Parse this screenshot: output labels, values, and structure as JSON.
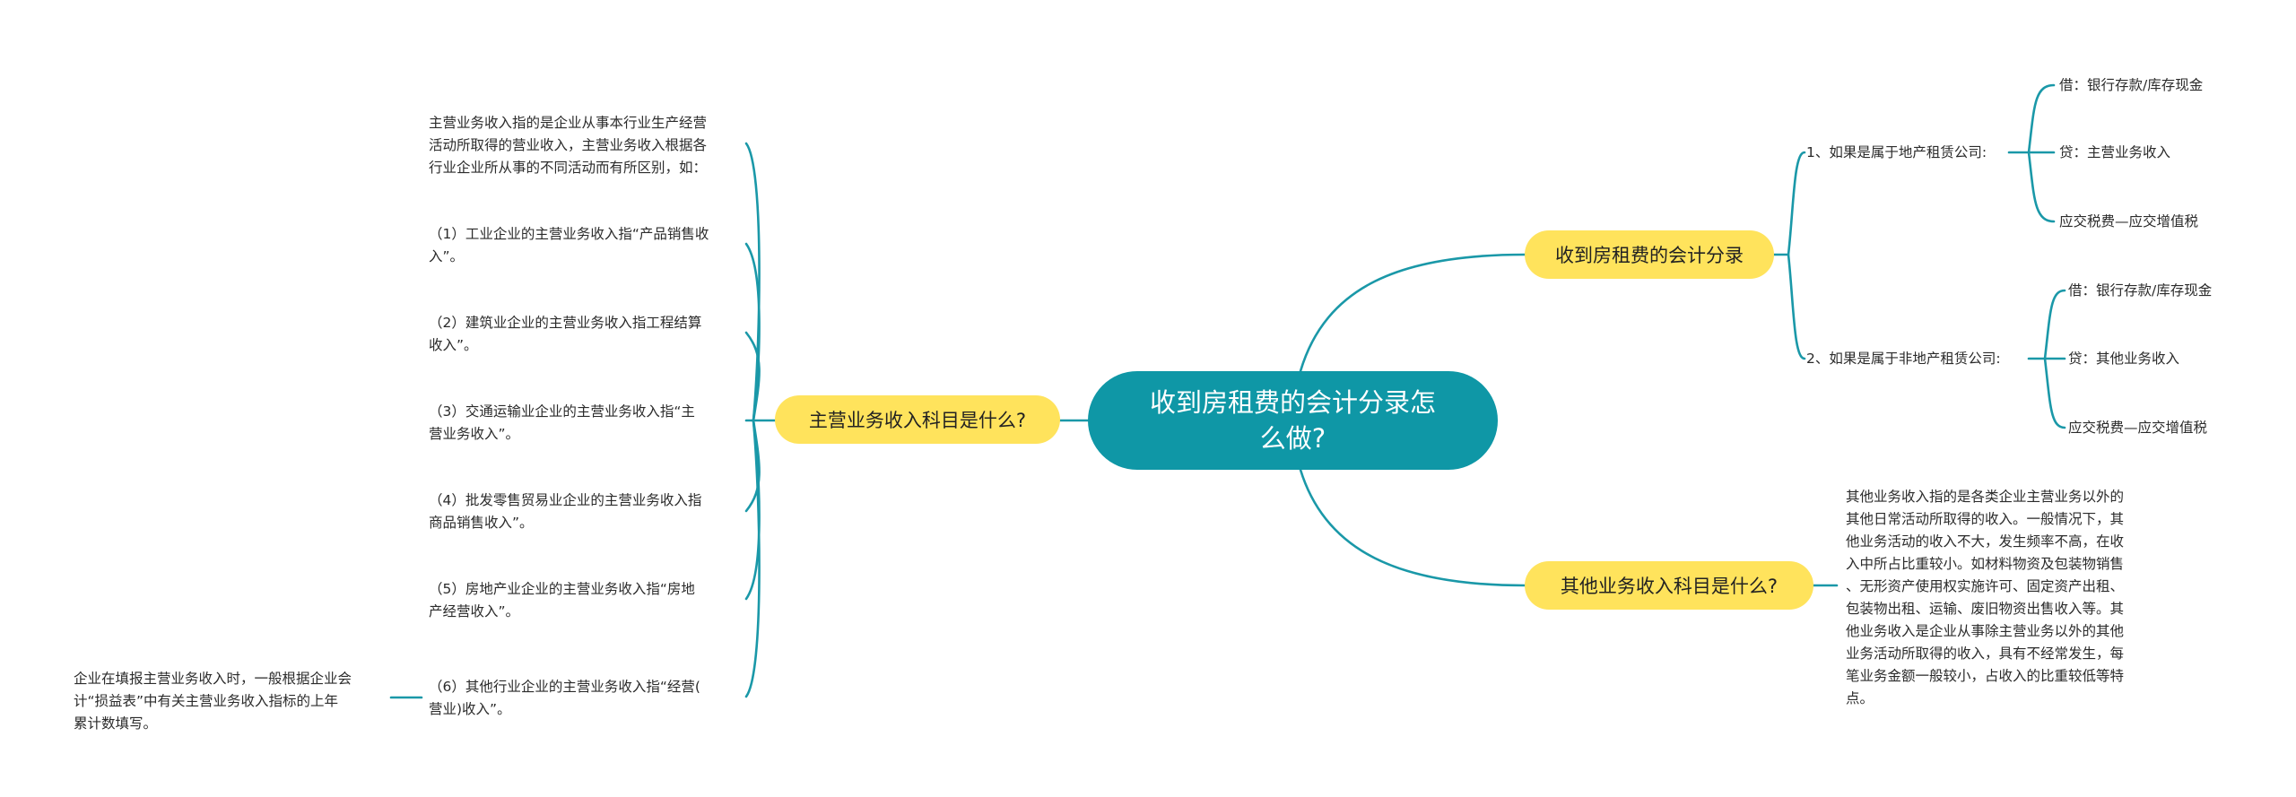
{
  "root": {
    "title_line1": "收到房租费的会计分录怎",
    "title_line2": "么做?"
  },
  "left_branch": {
    "label": "主营业务收入科目是什么?",
    "intro_lines": [
      "主营业务收入指的是企业从事本行业生产经营",
      "活动所取得的营业收入，主营业务收入根据各",
      "行业企业所从事的不同活动而有所区别，如："
    ],
    "items": [
      {
        "line1": "（1）工业企业的主营业务收入指“产品销售收",
        "line2": "入”。"
      },
      {
        "line1": "（2）建筑业企业的主营业务收入指工程结算",
        "line2": "收入”。"
      },
      {
        "line1": "（3）交通运输业企业的主营业务收入指“主",
        "line2": "营业务收入”。"
      },
      {
        "line1": "（4）批发零售贸易业企业的主营业务收入指",
        "line2": "商品销售收入”。"
      },
      {
        "line1": "（5）房地产业企业的主营业务收入指“房地",
        "line2": "产经营收入”。"
      },
      {
        "line1": "（6）其他行业企业的主营业务收入指“经营(",
        "line2": "营业)收入”。"
      }
    ],
    "far_note": {
      "line1": "企业在填报主营业务收入时，一般根据企业会",
      "line2": "计“损益表”中有关主营业务收入指标的上年",
      "line3": "累计数填写。"
    }
  },
  "right_top_branch": {
    "label": "收到房租费的会计分录",
    "case1": {
      "label": "1、如果是属于地产租赁公司:",
      "lines": [
        "借：银行存款/库存现金",
        "贷：主营业务收入",
        "应交税费—应交增值税"
      ]
    },
    "case2": {
      "label": "2、如果是属于非地产租赁公司:",
      "lines": [
        "借：银行存款/库存现金",
        "贷：其他业务收入",
        "应交税费—应交增值税"
      ]
    }
  },
  "right_bottom_branch": {
    "label": "其他业务收入科目是什么?",
    "text_lines": [
      "其他业务收入指的是各类企业主营业务以外的",
      "其他日常活动所取得的收入。一般情况下，其",
      "他业务活动的收入不大，发生频率不高，在收",
      "入中所占比重较小。如材料物资及包装物销售",
      "、无形资产使用权实施许可、固定资产出租、",
      "包装物出租、运输、废旧物资出售收入等。其",
      "他业务收入是企业从事除主营业务以外的其他",
      "业务活动所取得的收入，具有不经常发生，每",
      "笔业务金额一般较小，占收入的比重较低等特",
      "点。"
    ]
  },
  "colors": {
    "root_fill": "#0f97a6",
    "branch_fill": "#ffe35c",
    "connector": "#1a98a8",
    "text": "#2b2b2b"
  }
}
